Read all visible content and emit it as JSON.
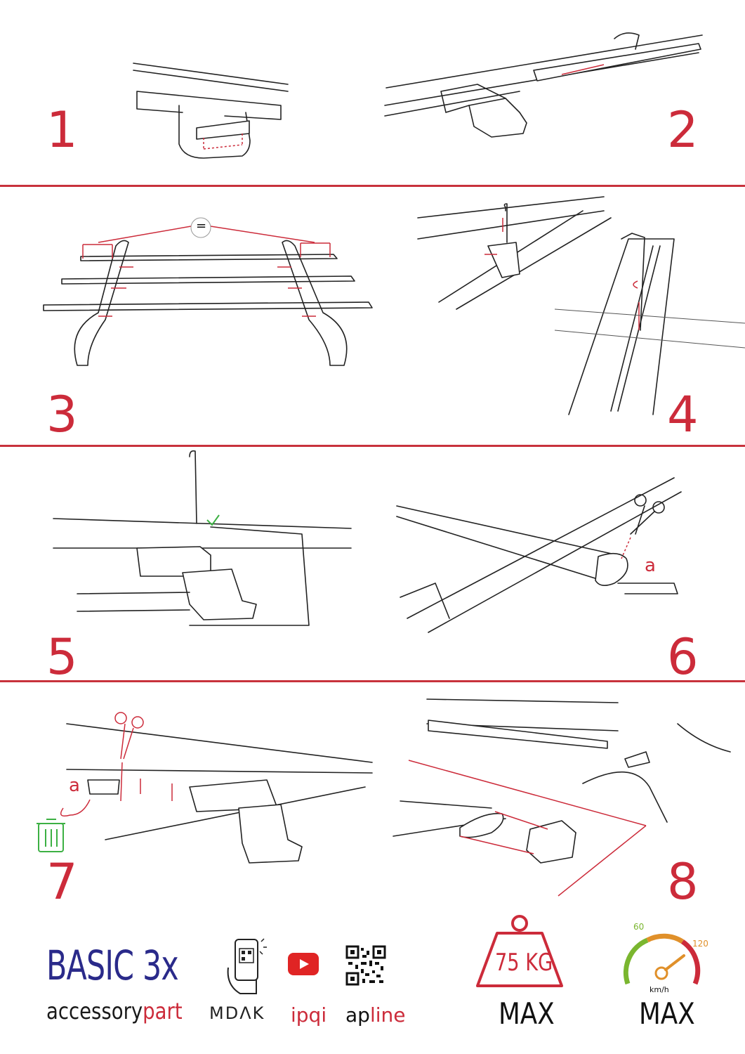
{
  "steps": [
    {
      "number": "1"
    },
    {
      "number": "2"
    },
    {
      "number": "3"
    },
    {
      "number": "4"
    },
    {
      "number": "5"
    },
    {
      "number": "6"
    },
    {
      "number": "7"
    },
    {
      "number": "8"
    }
  ],
  "annotations": {
    "step3_equal": "=",
    "step6_label": "a",
    "step7_label": "a"
  },
  "footer": {
    "product_title": "BASIC 3x",
    "brand_primary": "accessory",
    "brand_secondary": "part",
    "logo_mdak": "MDΛK",
    "logo_ipqi": "ipqi",
    "logo_apline_a": "ap",
    "logo_apline_b": "line",
    "weight_value": "75 KG",
    "weight_max": "MAX",
    "speed_min": "60",
    "speed_max": "120",
    "speed_unit": "km/h",
    "speed_max_label": "MAX"
  },
  "icons": [
    "phone-qr-icon",
    "youtube-icon",
    "qr-code-icon",
    "weight-icon",
    "speedometer-icon",
    "recycle-bin-icon",
    "scissors-icon",
    "checkmark-icon"
  ],
  "colors": {
    "accent": "#cc2b3a",
    "title": "#2a2a8a",
    "ok": "#3cb043"
  }
}
